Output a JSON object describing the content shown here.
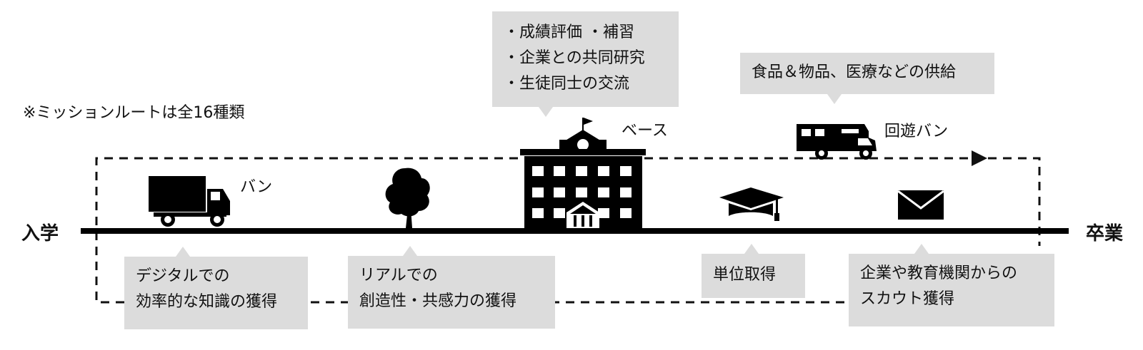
{
  "note": "※ミッションルートは全16種類",
  "timeline": {
    "start_label": "入学",
    "end_label": "卒業"
  },
  "labels": {
    "van": "バン",
    "base": "ベース",
    "roaming_van": "回遊バン"
  },
  "callouts": {
    "base_activities": [
      "・成績評価 ・補習",
      "・企業との共同研究",
      "・生徒同士の交流"
    ],
    "supply": [
      "食品＆物品、医療などの供給"
    ],
    "digital": [
      "デジタルでの",
      "効率的な知識の獲得"
    ],
    "real": [
      "リアルでの",
      "創造性・共感力の獲得"
    ],
    "credits": [
      "単位取得"
    ],
    "scout": [
      "企業や教育機関からの",
      "スカウト獲得"
    ]
  },
  "colors": {
    "callout_bg": "#dcdcdc",
    "ink": "#000000"
  },
  "icons": [
    "truck-icon",
    "tree-icon",
    "school-building-icon",
    "mortarboard-icon",
    "envelope-icon",
    "camper-van-icon"
  ]
}
